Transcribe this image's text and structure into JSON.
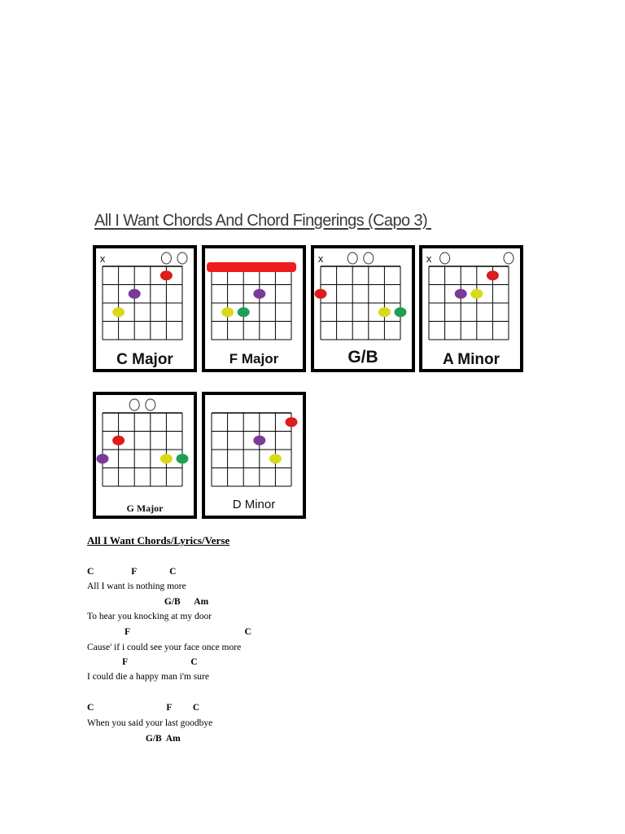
{
  "title": "All I Want Chords And Chord Fingerings (Capo 3) ",
  "colors": {
    "red": "#dd1c1c",
    "purple": "#7a3a98",
    "yellow": "#d9d91c",
    "green": "#1f9f55",
    "barre": "#ee1c1c"
  },
  "chord_cards": [
    {
      "name": "C Major",
      "marks": [
        "x",
        "",
        "",
        "",
        "o",
        "o"
      ],
      "dots": [
        {
          "string": 2,
          "fret": 3,
          "color": "yellow"
        },
        {
          "string": 3,
          "fret": 2,
          "color": "purple"
        },
        {
          "string": 5,
          "fret": 1,
          "color": "red"
        }
      ]
    },
    {
      "name": "F Major",
      "marks": [
        "",
        "",
        "",
        "",
        "",
        ""
      ],
      "barre": true,
      "dots": [
        {
          "string": 2,
          "fret": 3,
          "color": "yellow"
        },
        {
          "string": 3,
          "fret": 3,
          "color": "green"
        },
        {
          "string": 4,
          "fret": 2,
          "color": "purple"
        }
      ]
    },
    {
      "name": "G/B",
      "marks": [
        "x",
        "",
        "o",
        "o",
        "",
        ""
      ],
      "dots": [
        {
          "string": 1,
          "fret": 2,
          "color": "red"
        },
        {
          "string": 5,
          "fret": 3,
          "color": "yellow"
        },
        {
          "string": 6,
          "fret": 3,
          "color": "green"
        }
      ]
    },
    {
      "name": "A Minor",
      "marks": [
        "x",
        "o",
        "",
        "",
        "",
        "o"
      ],
      "dots": [
        {
          "string": 3,
          "fret": 2,
          "color": "purple"
        },
        {
          "string": 4,
          "fret": 2,
          "color": "yellow"
        },
        {
          "string": 5,
          "fret": 1,
          "color": "red"
        }
      ]
    },
    {
      "name": "G Major",
      "marks": [
        "",
        "",
        "o",
        "o",
        "",
        ""
      ],
      "dots": [
        {
          "string": 1,
          "fret": 3,
          "color": "purple"
        },
        {
          "string": 2,
          "fret": 2,
          "color": "red"
        },
        {
          "string": 5,
          "fret": 3,
          "color": "yellow"
        },
        {
          "string": 6,
          "fret": 3,
          "color": "green"
        }
      ]
    },
    {
      "name": "D Minor",
      "marks": [
        "",
        "",
        "",
        "",
        "",
        ""
      ],
      "dots": [
        {
          "string": 4,
          "fret": 2,
          "color": "purple"
        },
        {
          "string": 5,
          "fret": 3,
          "color": "yellow"
        },
        {
          "string": 6,
          "fret": 1,
          "color": "red"
        }
      ]
    }
  ],
  "lyrics": {
    "heading": "All I Want Chords/Lyrics/Verse",
    "lines": [
      {
        "kind": "chords",
        "text": "C                F              C"
      },
      {
        "kind": "lyric",
        "text": "All I want is nothing more"
      },
      {
        "kind": "chords",
        "text": "                                 G/B      Am"
      },
      {
        "kind": "lyric",
        "text": "To hear you knocking at my door"
      },
      {
        "kind": "chords",
        "text": "                F                                                 C"
      },
      {
        "kind": "lyric",
        "text": "Cause' if i could see your face once more"
      },
      {
        "kind": "chords",
        "text": "               F                           C"
      },
      {
        "kind": "lyric",
        "text": "I could die a happy man i'm sure"
      },
      {
        "kind": "chords",
        "text": "C                               F         C"
      },
      {
        "kind": "lyric",
        "text": "When you said your last goodbye"
      },
      {
        "kind": "chords",
        "text": "                         G/B  Am"
      }
    ]
  }
}
